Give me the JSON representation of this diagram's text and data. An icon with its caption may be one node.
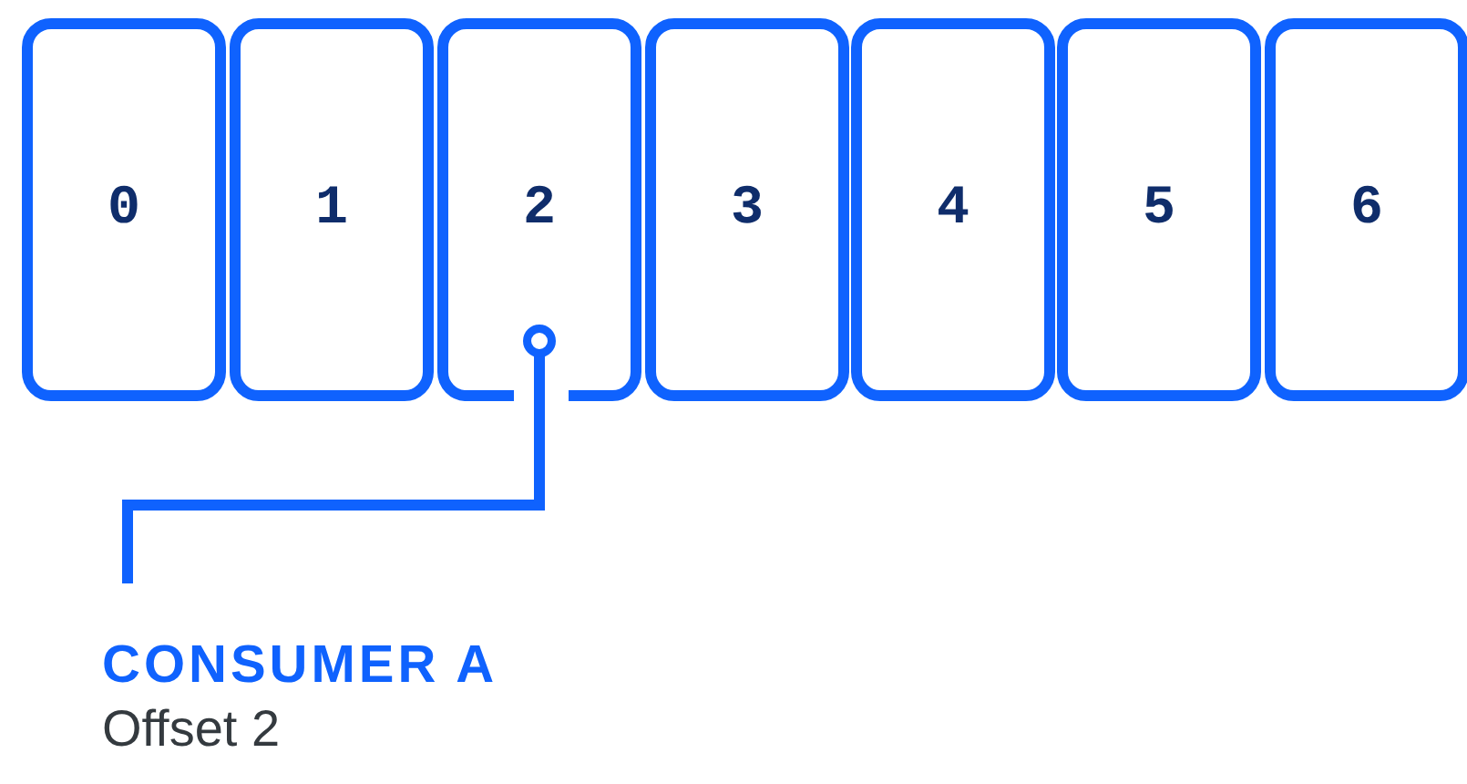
{
  "diagram": {
    "nodes": [
      {
        "text": [
          "0"
        ]
      },
      {
        "text": [
          "1"
        ]
      },
      {
        "text": [
          "2"
        ]
      },
      {
        "text": [
          "3"
        ]
      },
      {
        "text": [
          "4"
        ]
      },
      {
        "text": [
          "5"
        ]
      },
      {
        "text": [
          "6"
        ]
      },
      {
        "text": [
          "CONSUMER A",
          "Offset 2"
        ]
      }
    ],
    "edges": [
      {
        "from": 7,
        "to": 2,
        "arrow": "other"
      }
    ]
  }
}
